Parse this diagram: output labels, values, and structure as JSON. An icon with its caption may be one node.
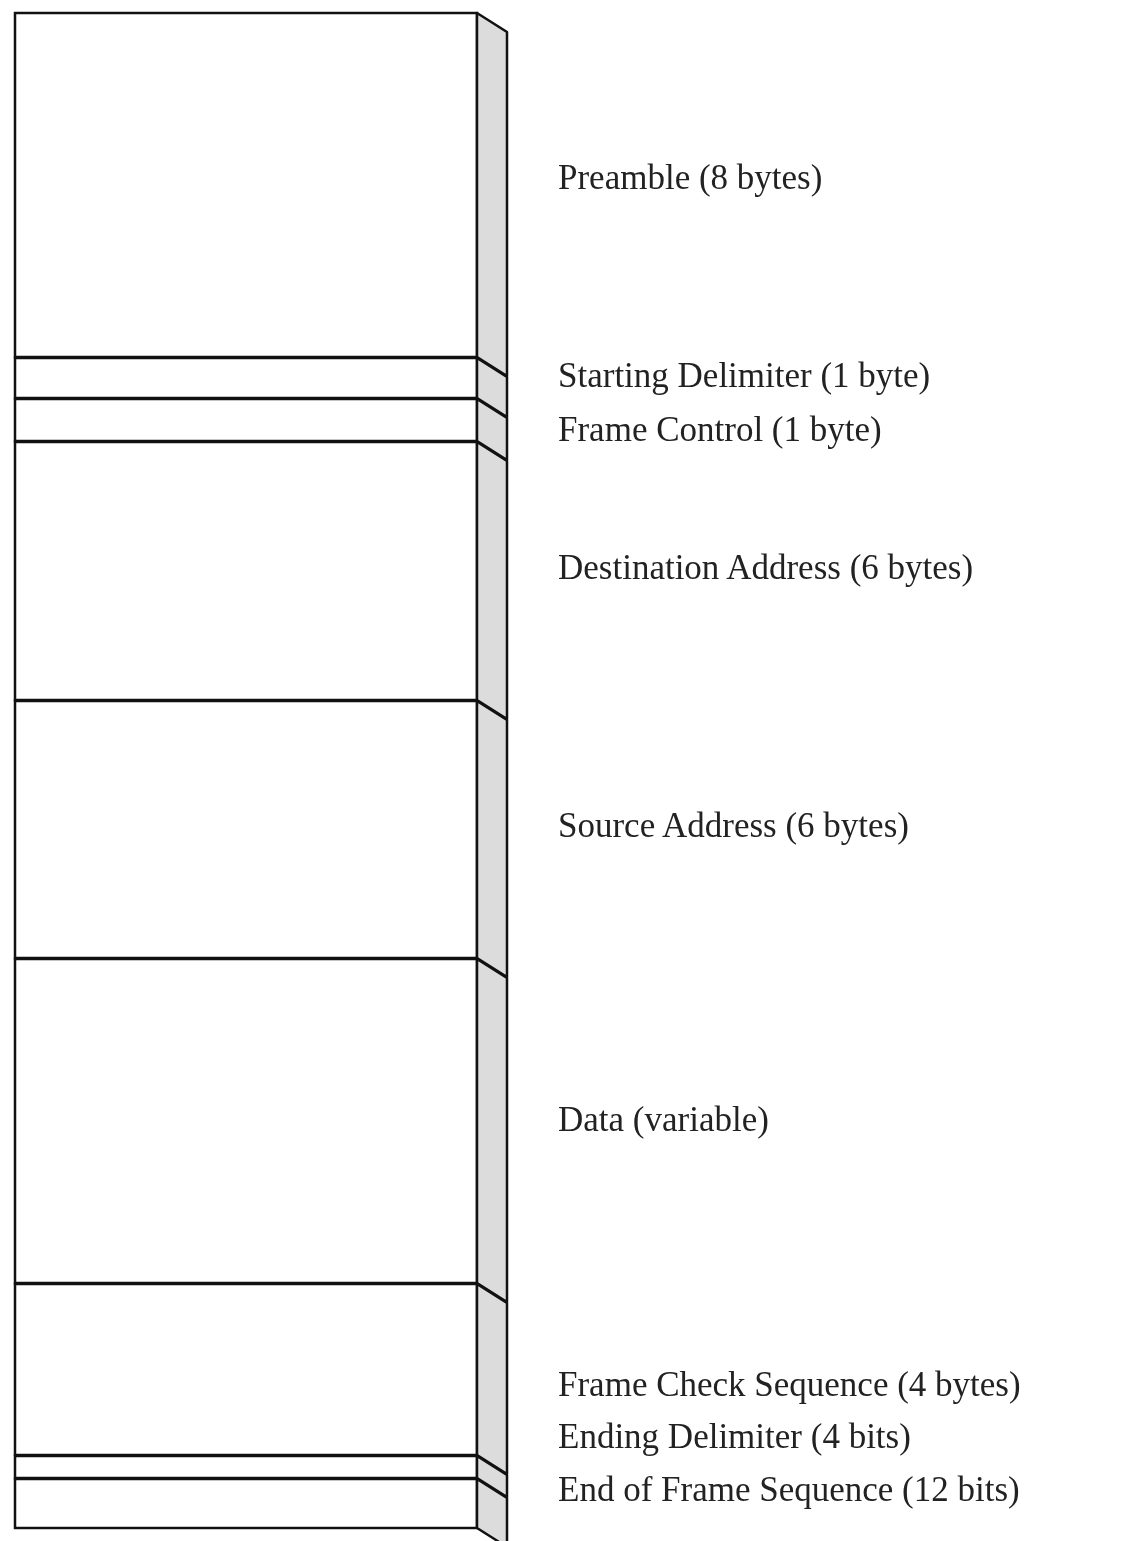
{
  "diagram": {
    "nodes": [
      {
        "text": [],
        "shape": "box",
        "beside": [
          "Preamble (8 bytes)"
        ]
      },
      {
        "text": [],
        "shape": "box",
        "beside": [
          "Starting Delimiter (1 byte)"
        ]
      },
      {
        "text": [],
        "shape": "box",
        "beside": [
          "Frame Control (1 byte)"
        ]
      },
      {
        "text": [],
        "shape": "box",
        "beside": [
          "Destination Address (6 bytes)"
        ]
      },
      {
        "text": [],
        "shape": "box",
        "beside": [
          "Source Address (6 bytes)"
        ]
      },
      {
        "text": [],
        "shape": "box",
        "beside": [
          "Data (variable)"
        ]
      },
      {
        "text": [],
        "shape": "box",
        "beside": [
          "Frame Check Sequence (4 bytes)"
        ]
      },
      {
        "text": [],
        "shape": "box",
        "beside": [
          "Ending Delimiter (4 bits)"
        ]
      },
      {
        "text": [],
        "shape": "box",
        "beside": [
          "End of Frame Sequence (12 bits)"
        ]
      }
    ]
  }
}
